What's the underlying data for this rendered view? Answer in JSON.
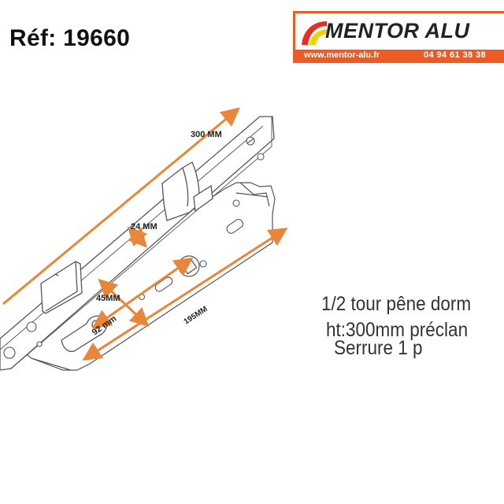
{
  "reference": {
    "label": "Réf: 19660"
  },
  "logo": {
    "brand": "MENTOR ALU",
    "website": "www.mentor-alu.fr",
    "phone": "04 94 61 38 38",
    "colors": {
      "band": "#ec5b24",
      "swoosh_red": "#e53021",
      "swoosh_yellow": "#f6d100"
    }
  },
  "diagram": {
    "dimensions": {
      "faceplate_length": "300 MM",
      "backset_top": "24 MM",
      "axis": "45MM",
      "center_distance": "92 mm",
      "case_length": "195MM"
    },
    "arrow_color": "#e8863a"
  },
  "description": {
    "line1": "1/2 tour pêne dorm",
    "line2": "ht:300mm préclan",
    "line3": "Serrure 1 p"
  }
}
